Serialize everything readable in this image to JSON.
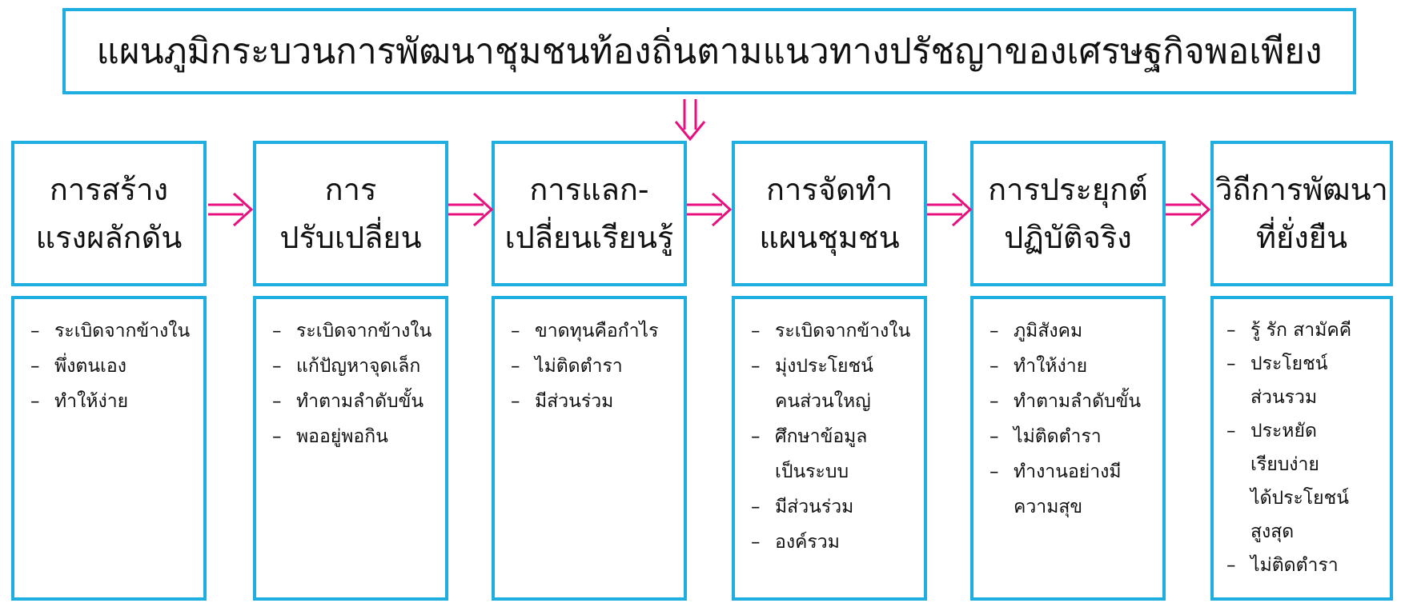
{
  "title": "แผนภูมิกระบวนการพัฒนาชุมชนท้องถิ่นตามแนวทางปรัชญาของเศรษฐกิจพอเพียง",
  "colors": {
    "box_border": "#1eaee0",
    "arrow": "#e8107f"
  },
  "icons": {
    "down": "double-down-arrow-icon",
    "right": "double-right-arrow-icon"
  },
  "stages": [
    {
      "lines": [
        "การสร้าง",
        "แรงผลักดัน"
      ]
    },
    {
      "lines": [
        "การ",
        "ปรับเปลี่ยน"
      ]
    },
    {
      "lines": [
        "การแลก-",
        "เปลี่ยนเรียนรู้"
      ]
    },
    {
      "lines": [
        "การจัดทำ",
        "แผนชุมชน"
      ]
    },
    {
      "lines": [
        "การประยุกต์",
        "ปฏิบัติจริง"
      ]
    },
    {
      "lines": [
        "วิถีการพัฒนา",
        "ที่ยั่งยืน"
      ]
    }
  ],
  "details": [
    {
      "lines": [
        "ระเบิดจากข้างใน",
        "พึ่งตนเอง",
        "ทำให้ง่าย"
      ]
    },
    {
      "lines": [
        "ระเบิดจากข้างใน",
        "แก้ปัญหาจุดเล็ก",
        "ทำตามลำดับขั้น",
        "พออยู่พอกิน"
      ]
    },
    {
      "lines": [
        "ขาดทุนคือกำไร",
        "ไม่ติดตำรา",
        "มีส่วนร่วม"
      ]
    },
    {
      "lines": [
        "ระเบิดจากข้างใน",
        "มุ่งประโยชน์",
        "คนส่วนใหญ่",
        "ศึกษาข้อมูล",
        "เป็นระบบ",
        "มีส่วนร่วม",
        "องค์รวม"
      ]
    },
    {
      "lines": [
        "ภูมิสังคม",
        "ทำให้ง่าย",
        "ทำตามลำดับขั้น",
        "ไม่ติดตำรา",
        "ทำงานอย่างมี",
        "ความสุข"
      ]
    },
    {
      "lines": [
        "รู้ รัก สามัคคี",
        "ประโยชน์",
        "ส่วนรวม",
        "ประหยัด",
        "เรียบง่าย",
        "ได้ประโยชน์",
        "สูงสุด",
        "ไม่ติดตำรา"
      ]
    }
  ]
}
